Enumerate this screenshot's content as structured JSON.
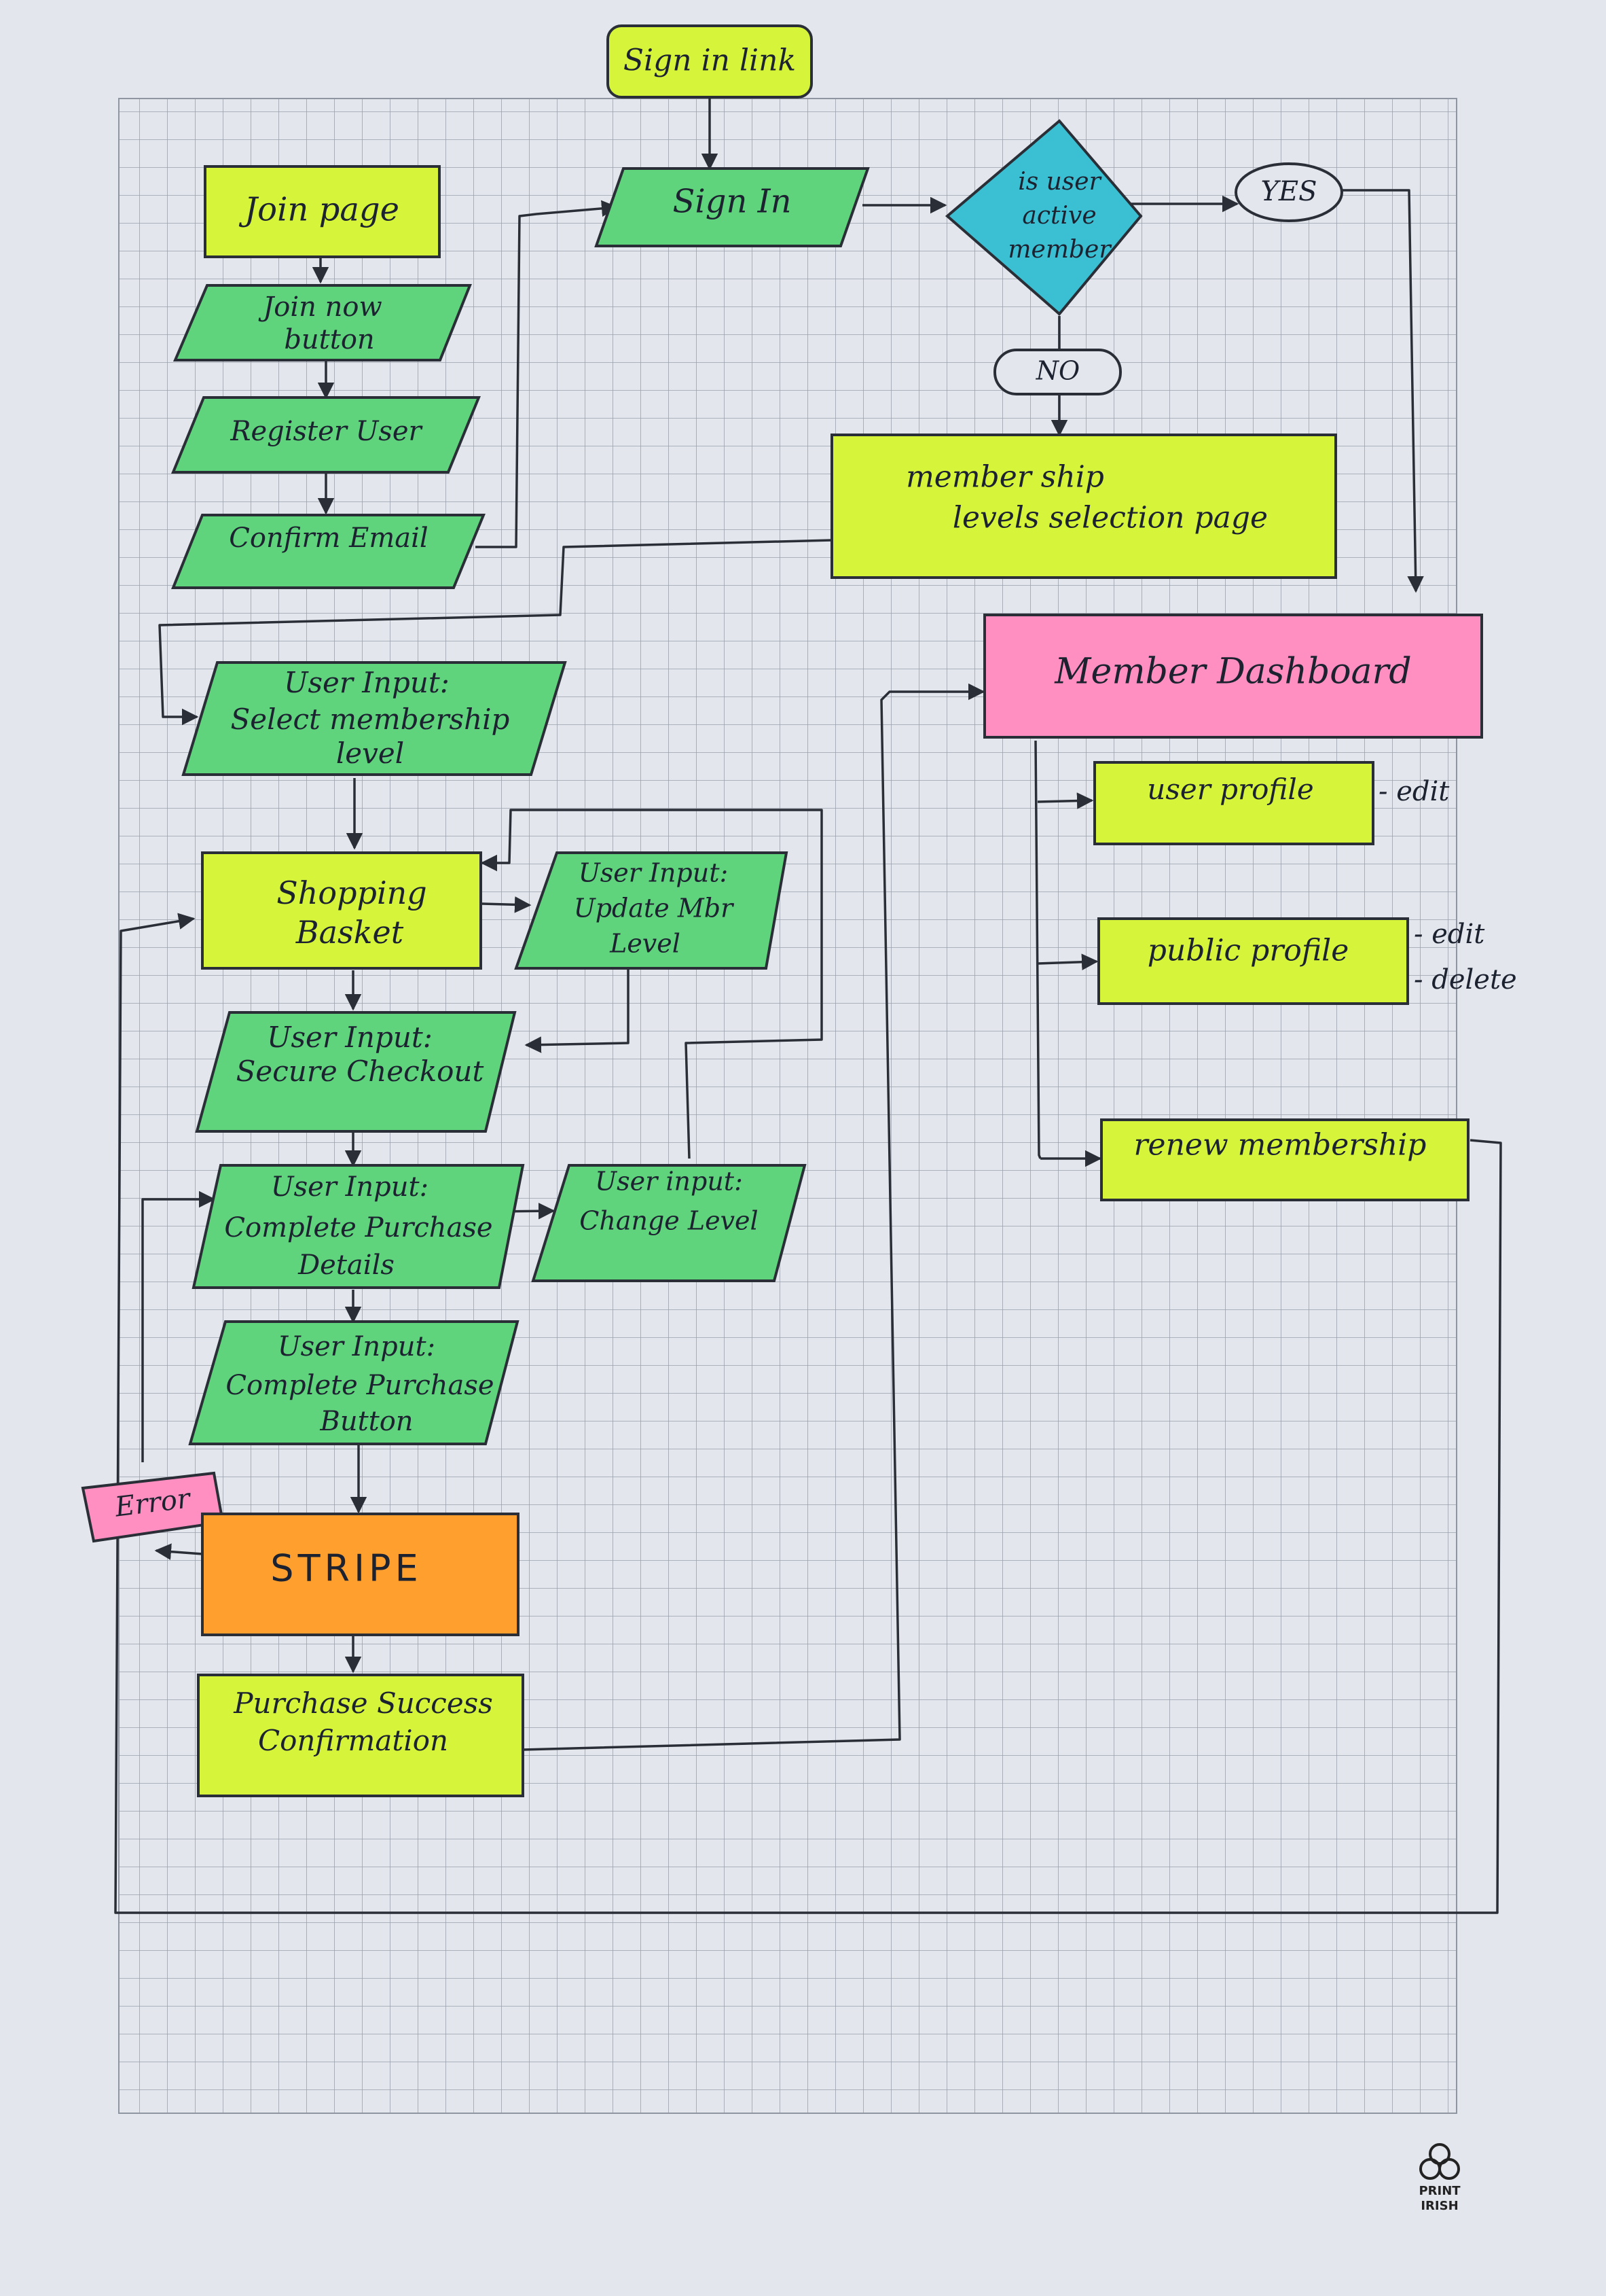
{
  "colors": {
    "paper": "#e3e6ec",
    "grid": "#9aa0ab",
    "ink": "#2a2e36",
    "yellow_highlighter": "#d6f53a",
    "green_highlighter": "#5fd47c",
    "blue_highlighter": "#3bbfd2",
    "pink_highlighter": "#ff8fc0",
    "orange_highlighter": "#ff9f2e"
  },
  "nodes": {
    "sign_in_link": "Sign in link",
    "sign_in": "Sign In",
    "is_user_active": [
      "is user",
      "active",
      "member"
    ],
    "yes": "YES",
    "no": "NO",
    "join_page": "Join page",
    "join_now_button": [
      "Join now",
      "button"
    ],
    "register_user": "Register User",
    "confirm_email": "Confirm Email",
    "membership_levels": [
      "member ship",
      "levels selection page"
    ],
    "member_dashboard": "Member Dashboard",
    "select_membership": [
      "User Input:",
      "Select membership",
      "level"
    ],
    "shopping_basket": [
      "Shopping",
      "Basket"
    ],
    "update_mbr_level": [
      "User Input:",
      "Update Mbr",
      "Level"
    ],
    "secure_checkout": [
      "User Input:",
      "Secure Checkout"
    ],
    "complete_purchase_details": [
      "User Input:",
      "Complete Purchase",
      "Details"
    ],
    "change_level": [
      "User input:",
      "Change Level"
    ],
    "complete_purchase_button": [
      "User Input:",
      "Complete Purchase",
      "Button"
    ],
    "error": "Error",
    "stripe": "STRIPE",
    "purchase_success": [
      "Purchase Success",
      "Confirmation"
    ],
    "user_profile": "user profile",
    "public_profile": "public profile",
    "renew_membership": "renew membership"
  },
  "notes": {
    "user_profile_edit": "- edit",
    "public_profile_edit": "- edit",
    "public_profile_delete": "- delete"
  },
  "logo": {
    "line1": "PRINT",
    "line2": "IRISH"
  }
}
